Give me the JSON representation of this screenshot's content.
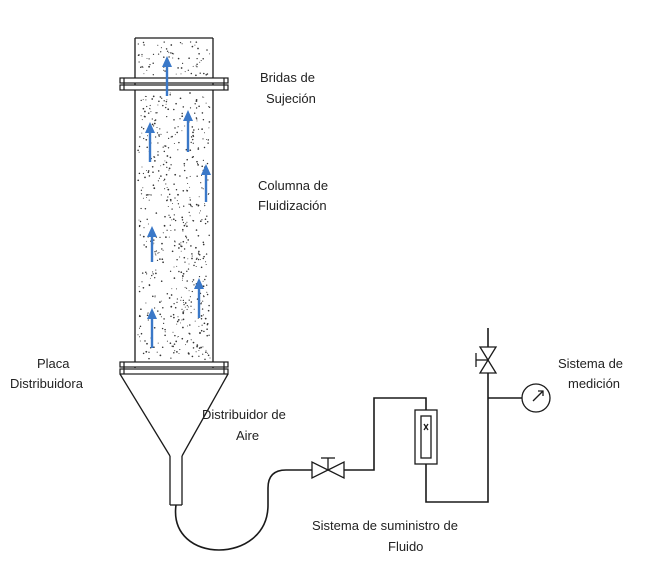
{
  "labels": {
    "bridas_line1": "Bridas de",
    "bridas_line2": "Sujeción",
    "columna_line1": "Columna de",
    "columna_line2": "Fluidización",
    "placa_line1": "Placa",
    "placa_line2": "Distribuidora",
    "distribuidor_line1": "Distribuidor de",
    "distribuidor_line2": "Aire",
    "medicion_line1": "Sistema de",
    "medicion_line2": "medición",
    "suministro_line1": "Sistema de suministro de",
    "suministro_line2": "Fluido"
  },
  "colors": {
    "line": "#1a1a1a",
    "arrow": "#3a78c8",
    "particle": "#333333",
    "background": "#ffffff"
  }
}
